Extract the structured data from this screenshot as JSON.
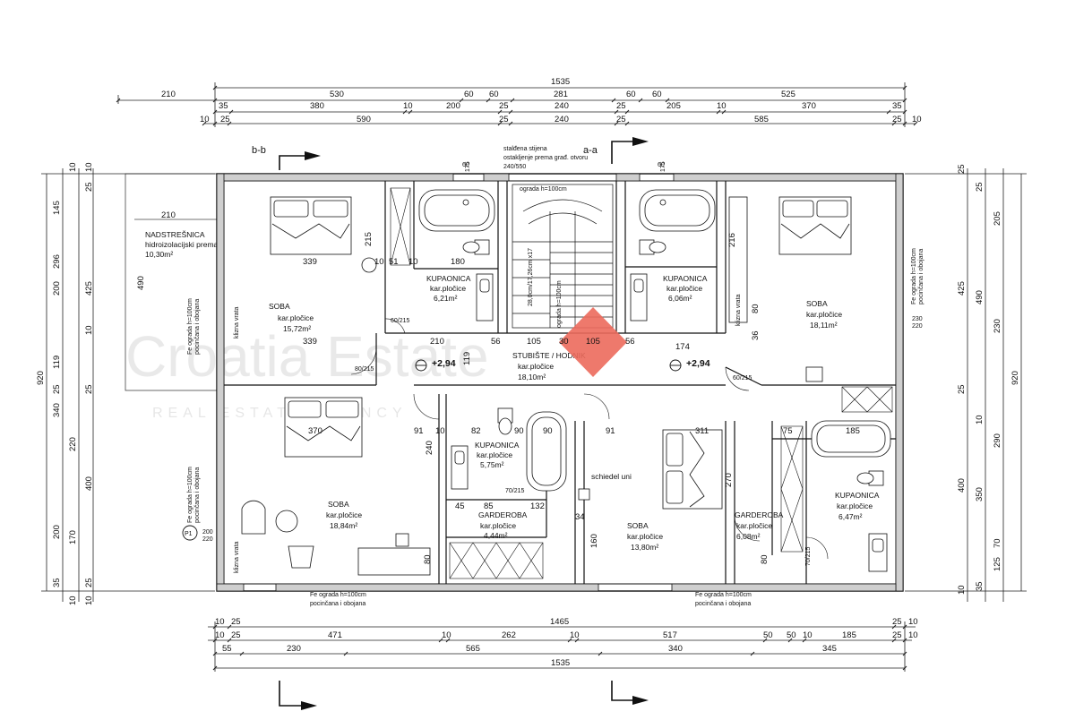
{
  "dims": {
    "top_total": "1535",
    "top_row1": [
      "210",
      "530",
      "60",
      "60",
      "281",
      "60",
      "60",
      "525"
    ],
    "top_row2": [
      "35",
      "380",
      "10",
      "200",
      "25",
      "240",
      "25",
      "205",
      "10",
      "370",
      "35"
    ],
    "top_row3": [
      "10",
      "25",
      "590",
      "25",
      "240",
      "25",
      "585",
      "25",
      "10"
    ],
    "bottom_row1": [
      "10",
      "25",
      "1465",
      "25",
      "10"
    ],
    "bottom_row2": [
      "10",
      "25",
      "471",
      "10",
      "262",
      "10",
      "517",
      "50",
      "50",
      "10",
      "185",
      "25",
      "10"
    ],
    "bottom_row3": [
      "55",
      "230",
      "565",
      "340",
      "345"
    ],
    "bottom_total": "1535",
    "left": [
      "920",
      "145",
      "296",
      "200",
      "119",
      "25",
      "340",
      "220",
      "400",
      "200",
      "170",
      "35",
      "10",
      "10",
      "25",
      "10",
      "25",
      "425",
      "490",
      "25",
      "10",
      "10"
    ],
    "right": [
      "920",
      "205",
      "425",
      "490",
      "230",
      "10",
      "25",
      "290",
      "400",
      "350",
      "70",
      "125",
      "10",
      "35",
      "25",
      "25"
    ]
  },
  "sections": {
    "bb": "b-b",
    "aa": "a-a"
  },
  "notes": {
    "wall_line1": "stalđena stijena",
    "wall_line2": "ostakljenje prema građ. otvoru",
    "wall_line3": "240/550",
    "railing_top": "ograda h=100cm",
    "stairs_text": "28,0cm/17,26cm x17",
    "stair_railing": "ograda h=100cm",
    "fence_left1": "Fe ograda h=100cm",
    "fence_left2": "pocinčana i obojana",
    "fence_bottom_left1": "Fe ograda h=100cm",
    "fence_bottom_left2": "pocinčana i obojana",
    "fence_bottom_right1": "Fe ograda h=100cm",
    "fence_bottom_right2": "pocinčana i obojana",
    "sliding_door": "klizna vrata",
    "chimney": "schiedel uni",
    "p1": "P1"
  },
  "canopy": {
    "title": "NADSTREŠNICA",
    "line1": "hidroizolacijski premaz",
    "area": "10,30m²",
    "dim": "210"
  },
  "rooms": {
    "soba1": {
      "name": "SOBA",
      "floor": "kar.pločice",
      "area": "15,72m²"
    },
    "kup1": {
      "name": "KUPAONICA",
      "floor": "kar.pločice",
      "area": "6,21m²"
    },
    "stair": {
      "name": "STUBIŠTE / HODNIK",
      "floor": "kar.pločice",
      "area": "18,10m²"
    },
    "kup2": {
      "name": "KUPAONICA",
      "floor": "kar.pločice",
      "area": "6,06m²"
    },
    "soba2": {
      "name": "SOBA",
      "floor": "kar.pločice",
      "area": "18,11m²"
    },
    "soba3": {
      "name": "SOBA",
      "floor": "kar.pločice",
      "area": "18,84m²"
    },
    "kup3": {
      "name": "KUPAONICA",
      "floor": "kar.pločice",
      "area": "5,75m²"
    },
    "gard1": {
      "name": "GARDEROBA",
      "floor": "kar.pločice",
      "area": "4,44m²"
    },
    "soba4": {
      "name": "SOBA",
      "floor": "kar.pločice",
      "area": "13,80m²"
    },
    "gard2": {
      "name": "GARDEROBA",
      "floor": "kar.pločice",
      "area": "6,08m²"
    },
    "kup4": {
      "name": "KUPAONICA",
      "floor": "kar.pločice",
      "area": "6,47m²"
    }
  },
  "levels": {
    "left": "+2,94",
    "right": "+2,94"
  },
  "inner_dims": {
    "d339a": "339",
    "d339b": "339",
    "d215": "215",
    "d180": "180",
    "d10a": "10",
    "d51": "51",
    "d10b": "10",
    "d210": "210",
    "d56a": "56",
    "d105a": "105",
    "d30": "30",
    "d105b": "105",
    "d56b": "56",
    "d174": "174",
    "d370": "370",
    "d91a": "91",
    "d10c": "10",
    "d82": "82",
    "d90a": "90",
    "d90b": "90",
    "d91b": "91",
    "d311": "311",
    "d75": "75",
    "d185": "185",
    "d45": "45",
    "d85": "85",
    "d132": "132",
    "d34": "34",
    "d160": "160",
    "d270": "270",
    "d240": "240",
    "d216": "216",
    "d80a": "80",
    "d80b": "80",
    "d80c": "80",
    "d36": "36",
    "d119": "119",
    "door1": "60/215",
    "door2": "80/215",
    "door3": "70/215",
    "door4": "60/215",
    "door5": "70/215",
    "win1": "60",
    "win1b": "175",
    "win2": "60",
    "win2b": "175",
    "win3": "200",
    "win3b": "220",
    "win4": "230",
    "win4b": "220"
  },
  "watermark": {
    "main": "Croatia Estate",
    "sub": "REAL ESTATE AGENCY"
  }
}
